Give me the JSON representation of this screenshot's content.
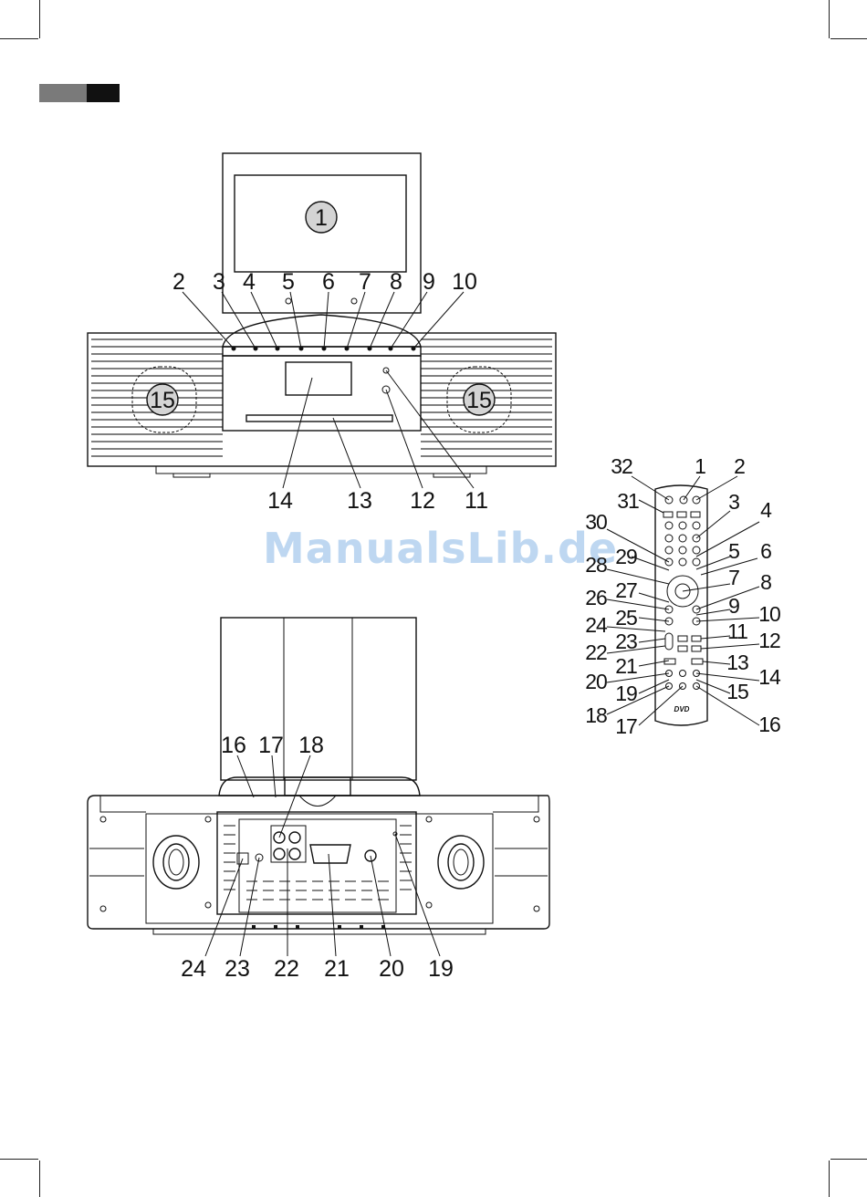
{
  "watermark": "ManualsLib.de",
  "front_view": {
    "screen_label": "1",
    "top_callouts": [
      "2",
      "3",
      "4",
      "5",
      "6",
      "7",
      "8",
      "9",
      "10"
    ],
    "speaker_label": "15",
    "bottom_callouts": [
      "14",
      "13",
      "12",
      "11"
    ]
  },
  "remote": {
    "logo": "DVD",
    "left_callouts": [
      "32",
      "31",
      "30",
      "29",
      "28",
      "27",
      "26",
      "25",
      "24",
      "23",
      "22",
      "21",
      "20",
      "19",
      "18",
      "17"
    ],
    "right_callouts": [
      "1",
      "2",
      "3",
      "4",
      "5",
      "6",
      "7",
      "8",
      "9",
      "10",
      "11",
      "12",
      "13",
      "14",
      "15",
      "16"
    ]
  },
  "rear_view": {
    "top_callouts": [
      "16",
      "17",
      "18"
    ],
    "bottom_callouts": [
      "24",
      "23",
      "22",
      "21",
      "20",
      "19"
    ]
  }
}
